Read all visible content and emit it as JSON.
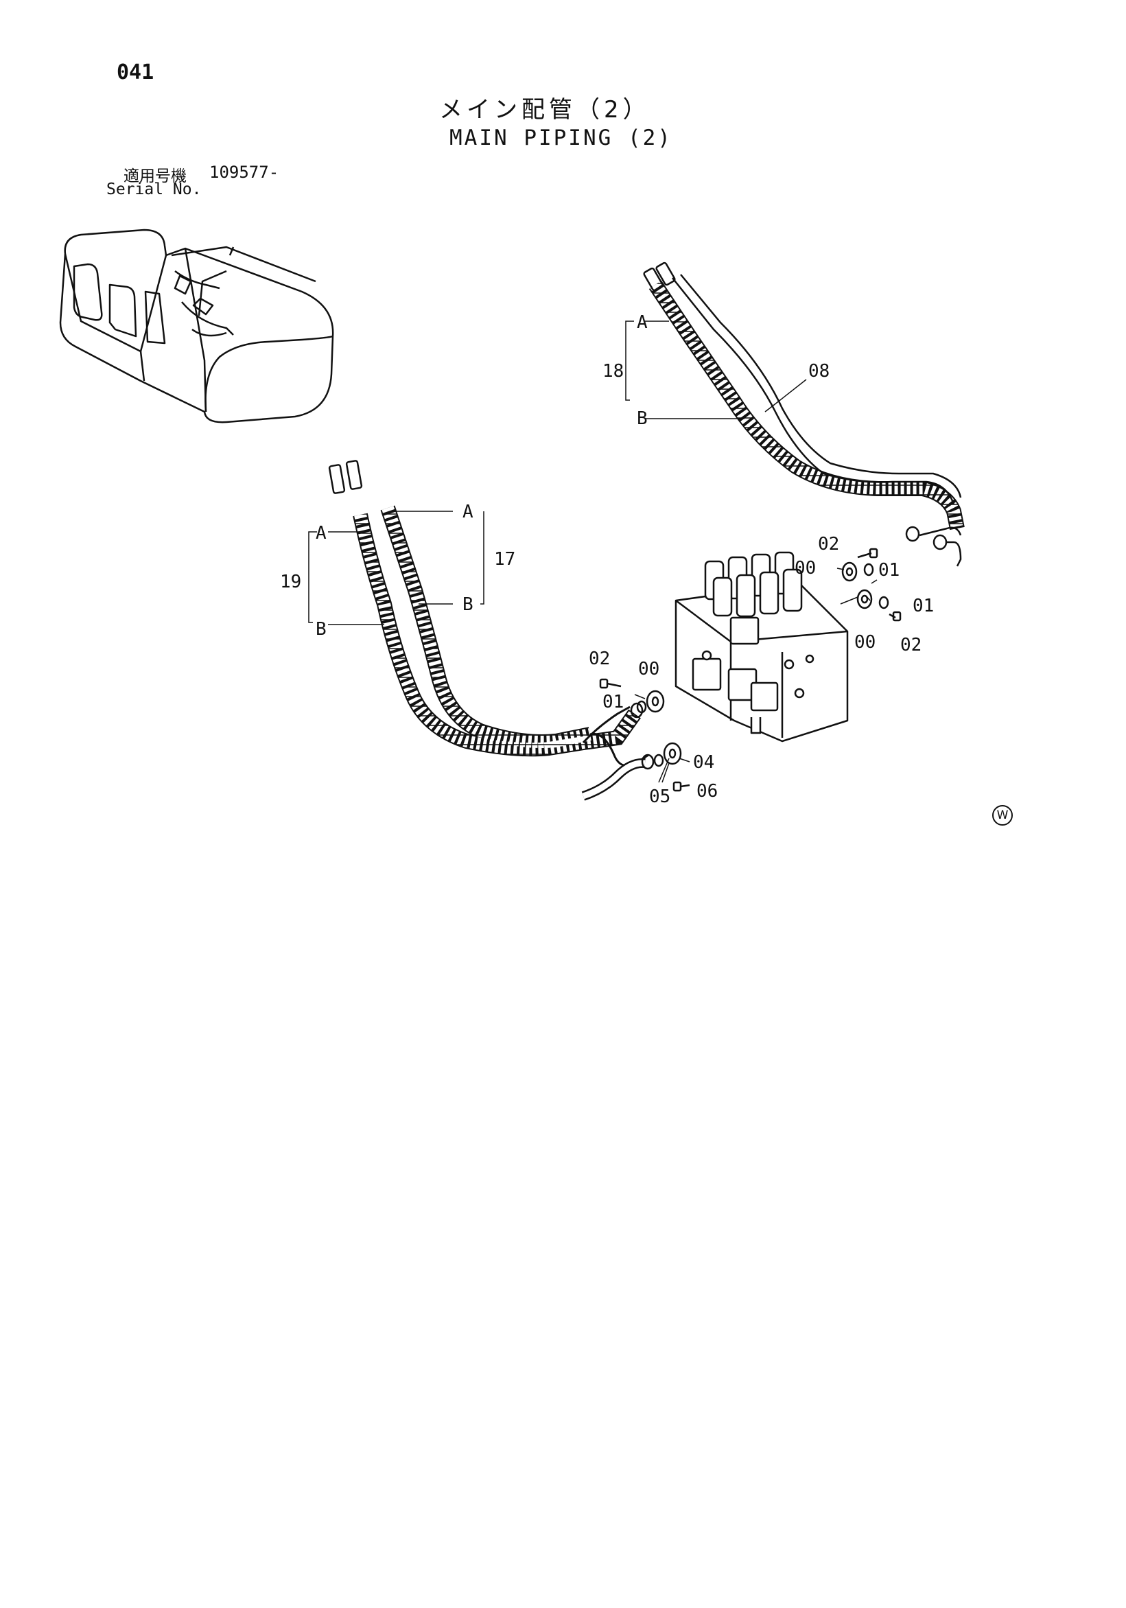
{
  "page": {
    "number": "041",
    "title_jp": "メイン配管（2）",
    "title_en": "MAIN PIPING (2)",
    "serial_label_jp": "適用号機",
    "serial_value": "109577-",
    "serial_label_en": "Serial No."
  },
  "callouts": {
    "upper_hose_pair": "18",
    "upper_hose_a": "A",
    "upper_hose_b": "B",
    "upper_pipe": "08",
    "left_inner_pair": "19",
    "left_inner_a": "A",
    "left_inner_b": "B",
    "left_outer_pair": "17",
    "left_outer_a": "A",
    "left_outer_b": "B",
    "flange_upper_bolt": "02",
    "flange_upper_half": "00",
    "flange_upper_oring": "01",
    "flange_right_oring": "01",
    "flange_right_half": "00",
    "flange_right_bolt": "02",
    "flange_left_bolt": "02",
    "flange_left_half": "00",
    "flange_left_oring": "01",
    "flange_lower_half": "04",
    "flange_lower_oring": "05",
    "flange_lower_bolt": "06"
  },
  "watermark": "W"
}
